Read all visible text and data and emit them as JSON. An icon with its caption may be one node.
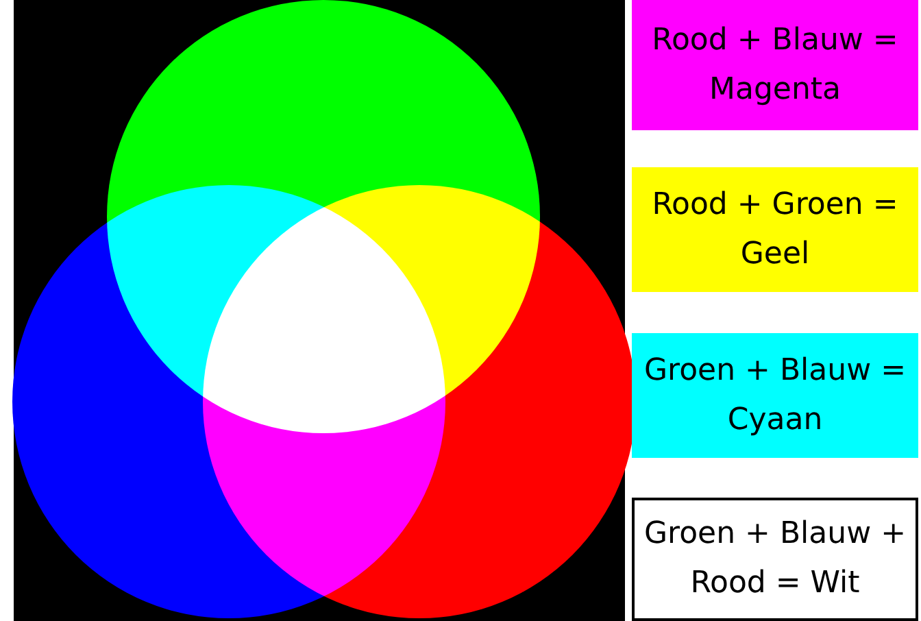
{
  "diagram": {
    "nodes": [
      {
        "text": [
          "Rood + Blauw = Magenta"
        ]
      },
      {
        "text": [
          "Rood + Groen = Geel"
        ]
      },
      {
        "text": [
          "Groen + Blauw = Cyaan"
        ]
      },
      {
        "text": [
          "Groen + Blauw + Rood = Wit"
        ]
      }
    ],
    "edges": []
  }
}
